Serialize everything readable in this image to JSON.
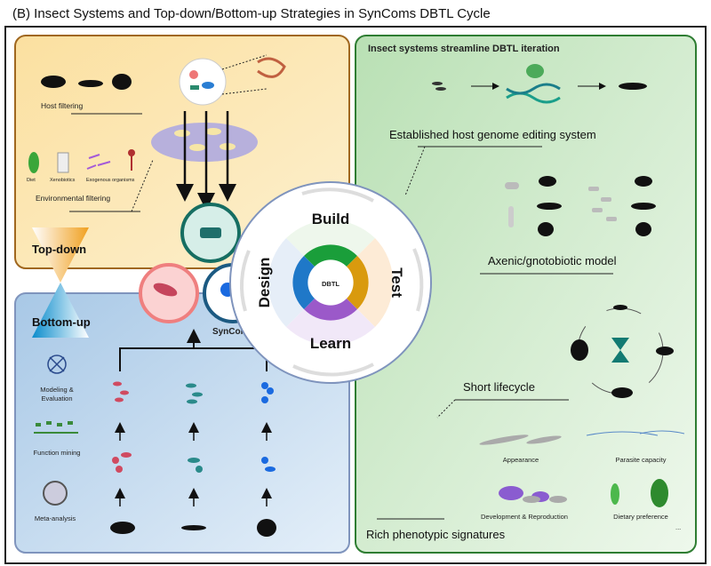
{
  "title": "(B) Insect Systems and Top-down/Bottom-up Strategies in SynComs DBTL Cycle",
  "top_down": {
    "label": "Top-down",
    "host_filtering": "Host filtering",
    "environmental_filtering": "Environmental filtering",
    "factors": [
      "Diet",
      "Xenobiotics",
      "Exogenous organisms"
    ]
  },
  "bottom_up": {
    "label": "Bottom-up",
    "methods": [
      "Modeling &",
      "Evaluation",
      "Function mining",
      "Meta-analysis"
    ]
  },
  "syncoms_label": "SynComs",
  "dbtl": {
    "center": "DBTL",
    "stages": [
      "Build",
      "Test",
      "Learn",
      "Design"
    ],
    "colors": {
      "build": "#1a9e3a",
      "test": "#d99a0e",
      "learn": "#9b59c9",
      "design": "#1f78c8"
    }
  },
  "insect_panel": {
    "title": "Insect systems streamline DBTL iteration",
    "genome_editing": "Established host genome editing system",
    "axenic": "Axenic/gnotobiotic model",
    "lifecycle": "Short lifecycle",
    "phenotypes": "Rich phenotypic signatures",
    "phenotype_items": [
      "Appearance",
      "Parasite capacity",
      "Development & Reproduction",
      "Dietary preference"
    ],
    "ellipsis": "..."
  },
  "colors": {
    "orange_panel": "#fbe3a8",
    "blue_panel": "#bcd6ec",
    "green_panel": "#cfeacb",
    "green_border": "#2e7d32",
    "orange_border": "#a0671f"
  }
}
